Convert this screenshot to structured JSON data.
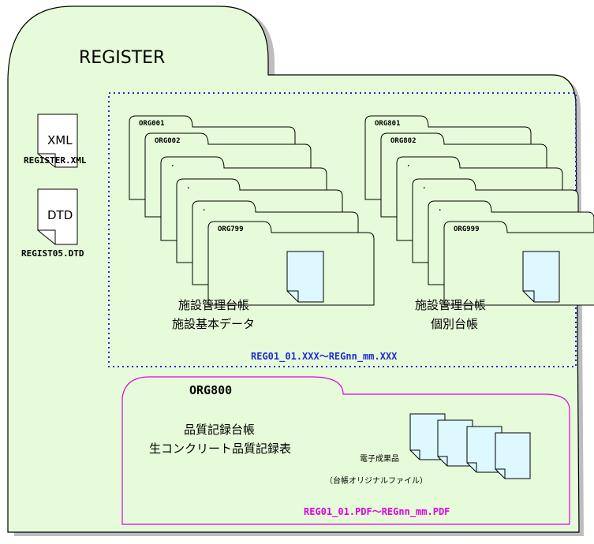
{
  "register_folder": {
    "title": "REGISTER",
    "fill": "#e6fbd9"
  },
  "files": {
    "xml": {
      "icon_label": "XML",
      "filename": "REGISTER.XML"
    },
    "dtd": {
      "icon_label": "DTD",
      "filename": "REGIST05.DTD"
    }
  },
  "group_left": {
    "folders": [
      "ORG001",
      "ORG002",
      ".",
      ".",
      ".",
      "ORG799"
    ],
    "caption_line1": "施設管理台帳",
    "caption_line2": "施設基本データ"
  },
  "group_right": {
    "folders": [
      "ORG801",
      "ORG802",
      ".",
      ".",
      ".",
      "ORG999"
    ],
    "caption_line1": "施設管理台帳",
    "caption_line2": "個別台帳"
  },
  "range_label_blue": "REG01_01.XXX～REGnn_mm.XXX",
  "org800": {
    "title": "ORG800",
    "line1": "品質記録台帳",
    "line2": "生コンクリート品質記録表",
    "deliverable": "電子成果品",
    "deliverable_note": "（台帳オリジナルファイル）",
    "range_label": "REG01_01.PDF～REGnn_mm.PDF"
  },
  "colors": {
    "folder_fill": "#e6fbd9",
    "doc_fill": "#ddf8ff",
    "blue": "#1f2bd6",
    "magenta": "#e000e0"
  }
}
